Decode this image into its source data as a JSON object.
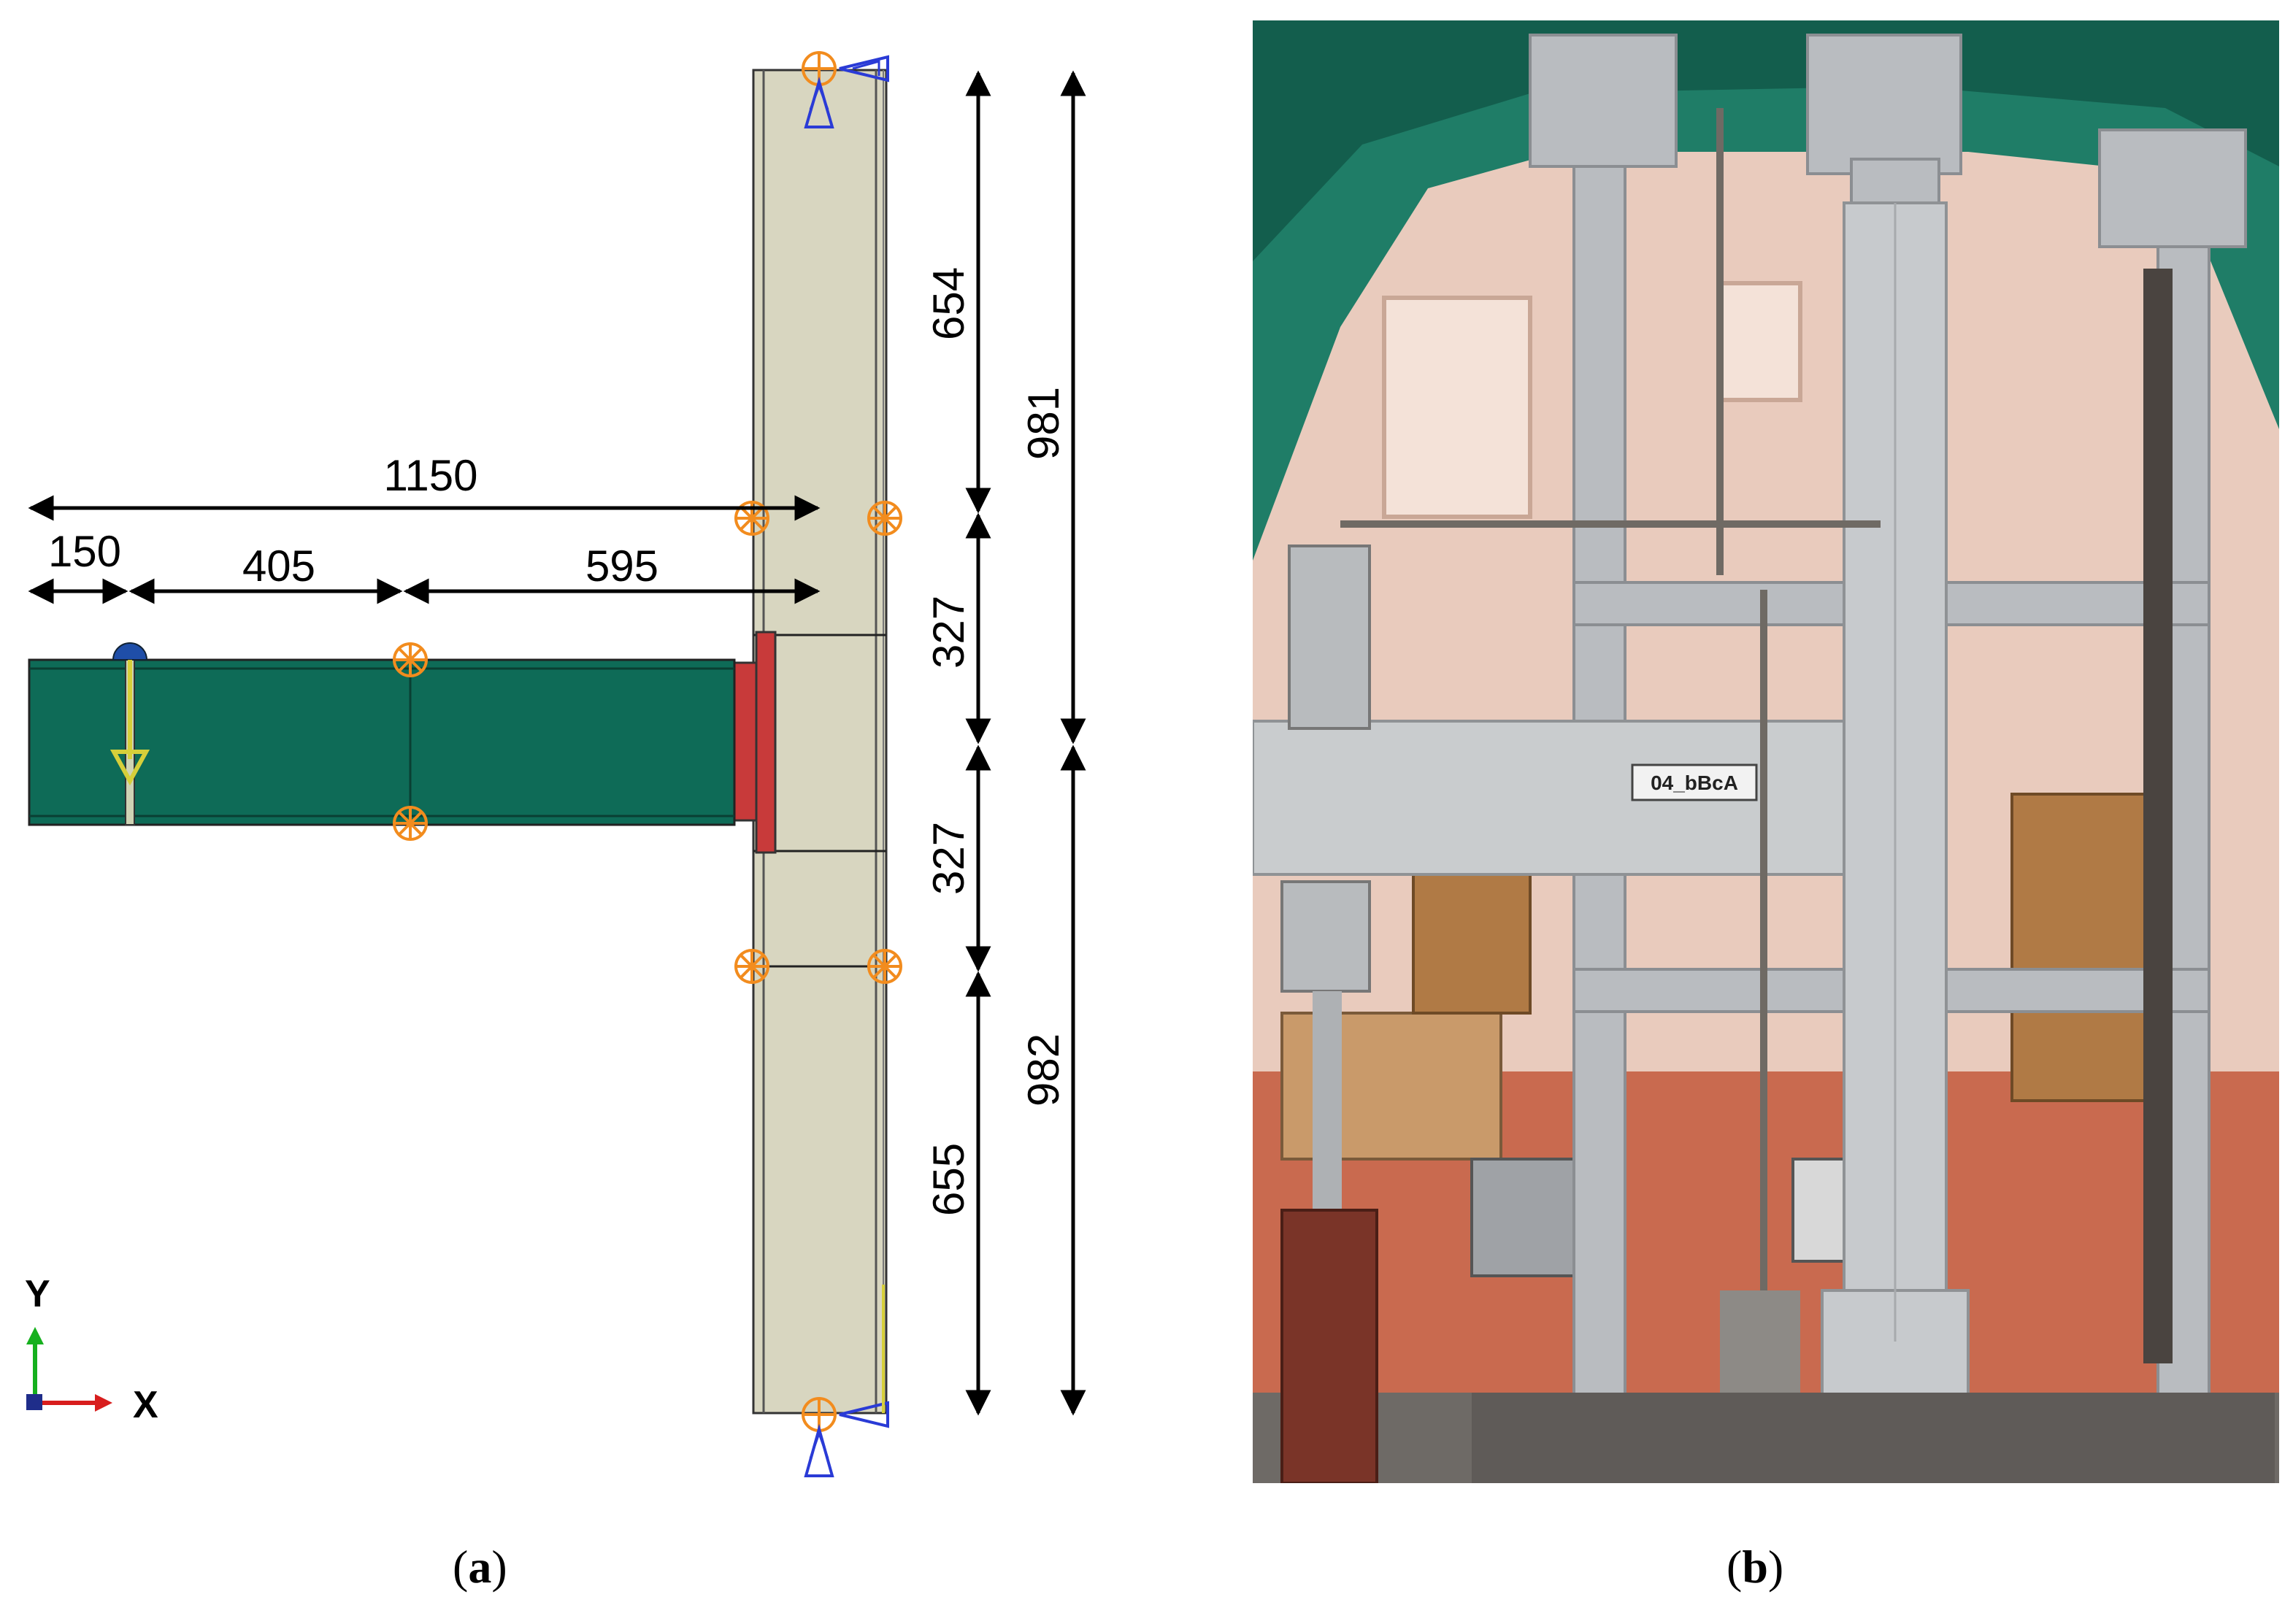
{
  "panel_a": {
    "dimensions": {
      "d1150": "1150",
      "d150": "150",
      "d405": "405",
      "d595": "595",
      "d654": "654",
      "d327_top": "327",
      "d327_bottom": "327",
      "d655": "655",
      "d981": "981",
      "d982": "982"
    },
    "axis": {
      "y": "Y",
      "x": "X"
    },
    "colors": {
      "beam": "#0e6b57",
      "column": "#d8d6c0",
      "end_plate": "#c83a3a",
      "restraint": "#f28c1e",
      "support": "#2a3bd6",
      "load": "#d6cf3a"
    },
    "caption_label": "a"
  },
  "panel_b": {
    "specimen_label": "04_bBcA",
    "caption_label": "b"
  }
}
